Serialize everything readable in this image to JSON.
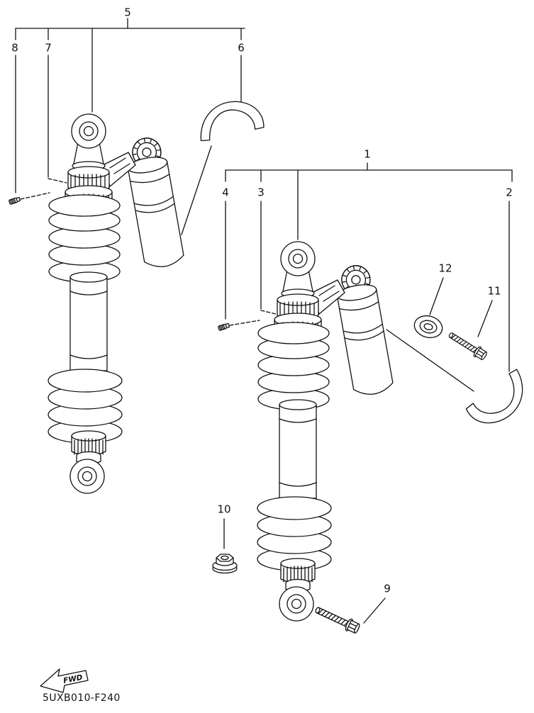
{
  "colors": {
    "line": "#111111",
    "background": "#ffffff"
  },
  "callouts": {
    "c1": "1",
    "c2": "2",
    "c3": "3",
    "c4": "4",
    "c5": "5",
    "c6": "6",
    "c7": "7",
    "c8": "8",
    "c9": "9",
    "c10": "10",
    "c11": "11",
    "c12": "12"
  },
  "footer": {
    "fwd_label": "FWD",
    "part_code": "5UXB010-F240"
  }
}
